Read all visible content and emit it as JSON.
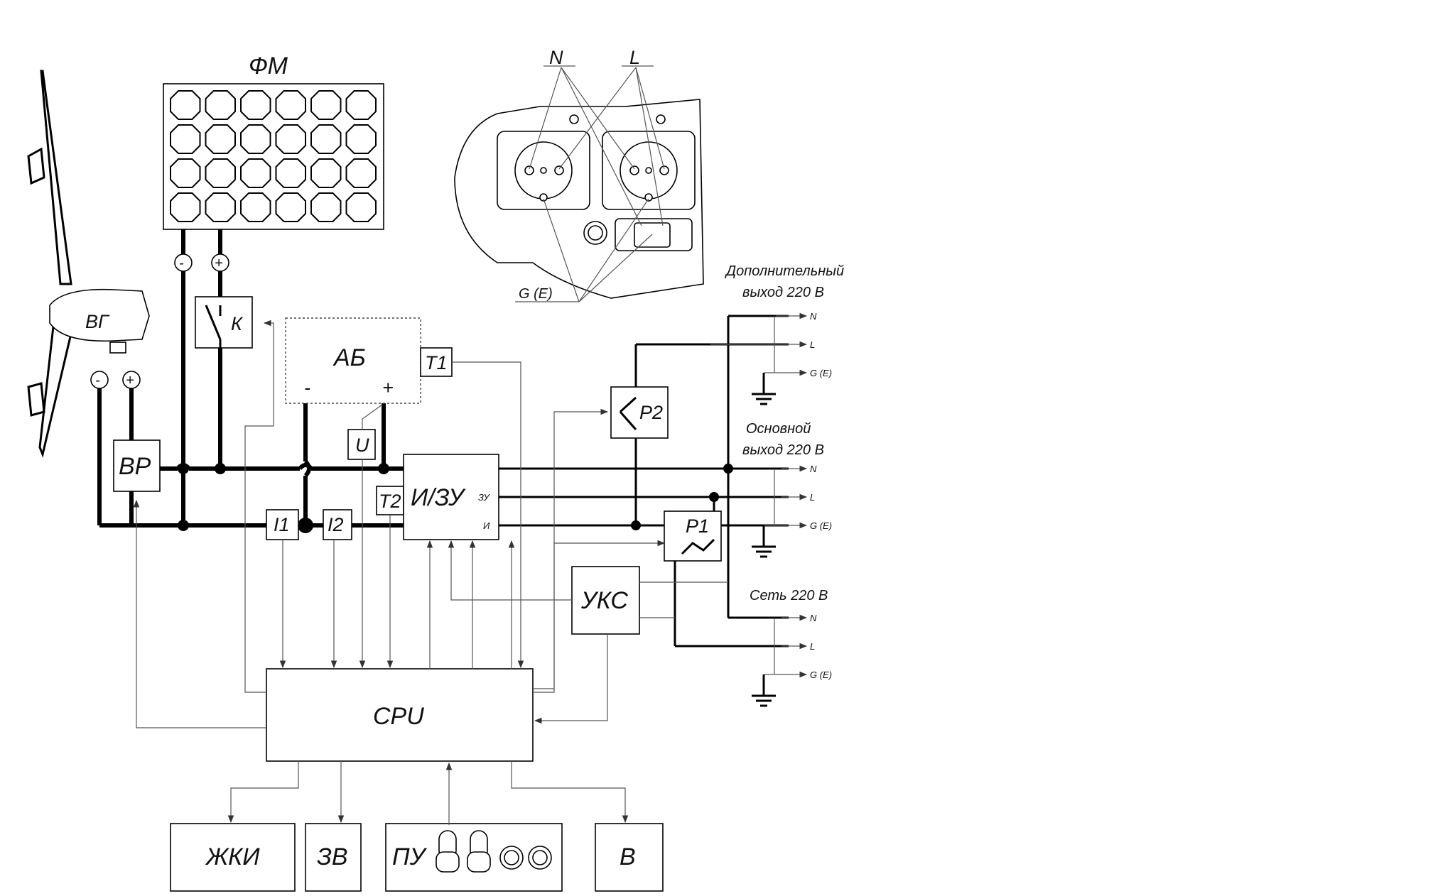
{
  "labels": {
    "fm": "ФМ",
    "vg": "ВГ",
    "minus": "-",
    "plus": "+",
    "k": "К",
    "ab": "АБ",
    "t1": "Т1",
    "t2": "Т2",
    "u": "U",
    "vr": "ВР",
    "i1": "I1",
    "i2": "I2",
    "iz": "И/ЗУ",
    "iz_zu": "ЗУ",
    "iz_i": "И",
    "p1": "P1",
    "p2": "P2",
    "uks": "УКС",
    "cpu": "CPU",
    "zhki": "ЖКИ",
    "zv": "ЗВ",
    "pu": "ПУ",
    "v": "В",
    "socket_n": "N",
    "socket_l": "L",
    "socket_g": "G (E)",
    "extra_out_1": "Дополнительный",
    "extra_out_2": "выход 220 В",
    "main_out_1": "Основной",
    "main_out_2": "выход 220 В",
    "grid": "Сеть 220 В",
    "term_n": "N",
    "term_l": "L",
    "term_g": "G (E)"
  },
  "colors": {
    "line": "#000000",
    "background": "#ffffff"
  }
}
